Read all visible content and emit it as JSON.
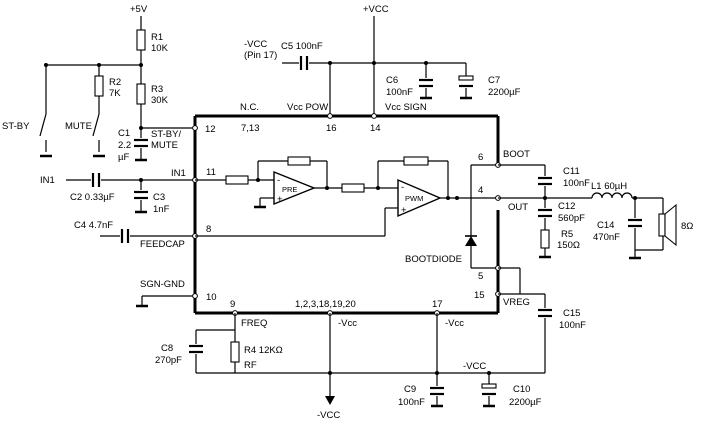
{
  "labels": {
    "plus5v": "+5V",
    "plus_vcc": "+VCC",
    "minus_vcc": "-VCC",
    "minus_vcc_sub": "-Vcc",
    "pin17": "(Pin 17)",
    "st_by": "ST-BY",
    "mute": "MUTE",
    "stby_mute_line1": "ST-BY/",
    "stby_mute_line2": "MUTE",
    "in1": "IN1",
    "feedcap": "FEEDCAP",
    "sgn_gnd": "SGN-GND",
    "nc": "N.C.",
    "vcc_pow": "Vcc POW",
    "vcc_sign": "Vcc SIGN",
    "pre": "PRE",
    "pwm": "PWM",
    "minus_sign": "-",
    "plus_sign": "+",
    "boot": "BOOT",
    "out": "OUT",
    "bootdiode": "BOOTDIODE",
    "vreg": "VREG",
    "freq": "FREQ",
    "rf": "RF"
  },
  "pins": {
    "p12": "12",
    "p11": "11",
    "p8": "8",
    "p10": "10",
    "p7_13": "7,13",
    "p16": "16",
    "p14": "14",
    "p6": "6",
    "p4": "4",
    "p5": "5",
    "p15": "15",
    "p9": "9",
    "p1_2_3_18_19_20": "1,2,3,18,19,20",
    "p17": "17"
  },
  "components": {
    "r1": {
      "name": "R1",
      "value": "10K"
    },
    "r2": {
      "name": "R2",
      "value": "7K"
    },
    "r3": {
      "name": "R3",
      "value": "30K"
    },
    "c1": {
      "name": "C1",
      "value_line1": "2.2",
      "value_line2": "µF"
    },
    "c2": {
      "label": "C2 0.33µF"
    },
    "c3": {
      "name": "C3",
      "value": "1nF"
    },
    "c4": {
      "label": "C4 4.7nF"
    },
    "c5": {
      "label": "C5 100nF"
    },
    "c6": {
      "name": "C6",
      "value": "100nF"
    },
    "c7": {
      "name": "C7",
      "value": "2200µF"
    },
    "c8": {
      "name": "C8",
      "value": "270pF"
    },
    "r4": {
      "label": "R4 12KΩ"
    },
    "c9": {
      "name": "C9",
      "value": "100nF"
    },
    "c10": {
      "name": "C10",
      "value": "2200µF"
    },
    "c11": {
      "name": "C11",
      "value": "100nF"
    },
    "c12": {
      "name": "C12",
      "value": "560pF"
    },
    "r5": {
      "name": "R5",
      "value": "150Ω"
    },
    "l1": {
      "label": "L1 60µH"
    },
    "c14": {
      "name": "C14",
      "value": "470nF"
    },
    "c15": {
      "name": "C15",
      "value": "100nF"
    },
    "speaker": {
      "value": "8Ω"
    }
  }
}
